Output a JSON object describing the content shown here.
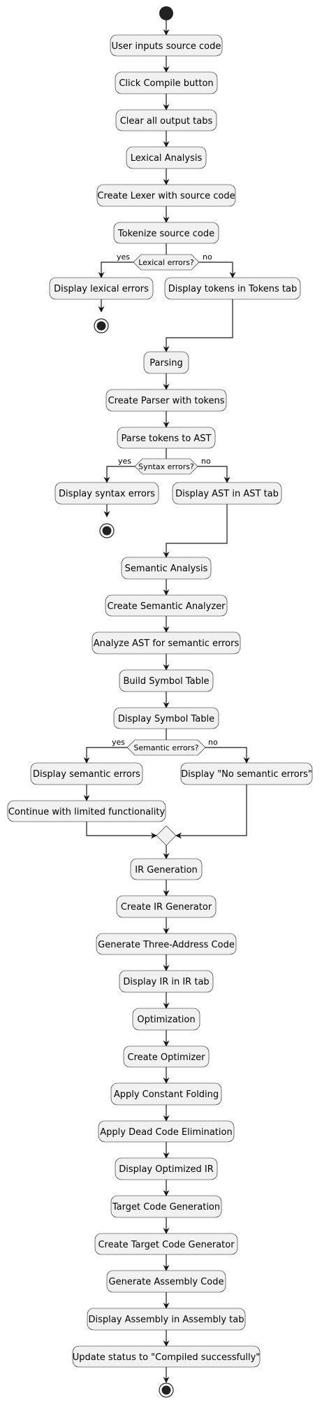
{
  "diagram": {
    "nodes": {
      "n1": "User inputs source code",
      "n2": "Click Compile button",
      "n3": "Clear all output tabs",
      "n4": "Lexical Analysis",
      "n5": "Create Lexer with source code",
      "n6": "Tokenize source code",
      "n7": "Display lexical errors",
      "n8": "Display tokens in Tokens tab",
      "n9": "Parsing",
      "n10": "Create Parser with tokens",
      "n11": "Parse tokens to AST",
      "n12": "Display syntax errors",
      "n13": "Display AST in AST tab",
      "n14": "Semantic Analysis",
      "n15": "Create Semantic Analyzer",
      "n16": "Analyze AST for semantic errors",
      "n17": "Build Symbol Table",
      "n18": "Display Symbol Table",
      "n19": "Display semantic errors",
      "n20": "Display \"No semantic errors\"",
      "n21": "Continue with limited functionality",
      "n22": "IR Generation",
      "n23": "Create IR Generator",
      "n24": "Generate Three-Address Code",
      "n25": "Display IR in IR tab",
      "n26": "Optimization",
      "n27": "Create Optimizer",
      "n28": "Apply Constant Folding",
      "n29": "Apply Dead Code Elimination",
      "n30": "Display Optimized IR",
      "n31": "Target Code Generation",
      "n32": "Create Target Code Generator",
      "n33": "Generate Assembly Code",
      "n34": "Display Assembly in Assembly tab",
      "n35": "Update status to \"Compiled successfully\""
    },
    "decisions": {
      "d1": "Lexical errors?",
      "d2": "Syntax errors?",
      "d3": "Semantic errors?"
    },
    "branches": {
      "yes": "yes",
      "no": "no"
    },
    "colors": {
      "node_fill": "#f1f1f1",
      "stroke": "#181818",
      "start_end": "#222222"
    }
  }
}
